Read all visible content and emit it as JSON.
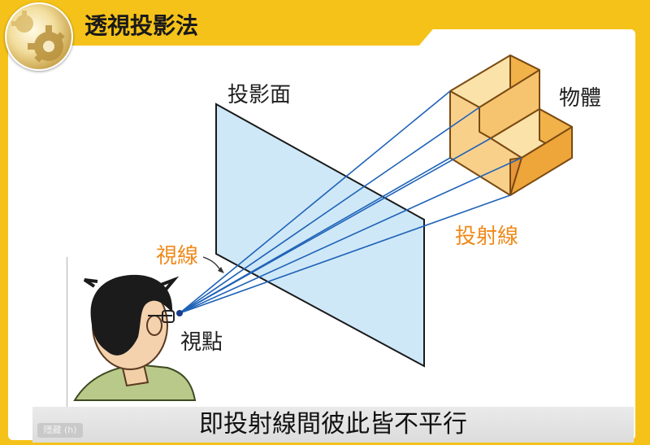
{
  "header": {
    "title": "透視投影法"
  },
  "diagram": {
    "plane_label": "投影面",
    "object_label": "物體",
    "sight_line_label": "視線",
    "projection_lines_label": "投射線",
    "viewpoint_label": "視點"
  },
  "caption": "即投射線間彼此皆不平行",
  "hint_chip": "隱藏 (h)",
  "colors": {
    "frame": "#f5c21a",
    "plane_fill": "#cfe8f8",
    "projector": "#1f63b8",
    "object": "#f4b552",
    "orange_label": "#f08a1c"
  }
}
